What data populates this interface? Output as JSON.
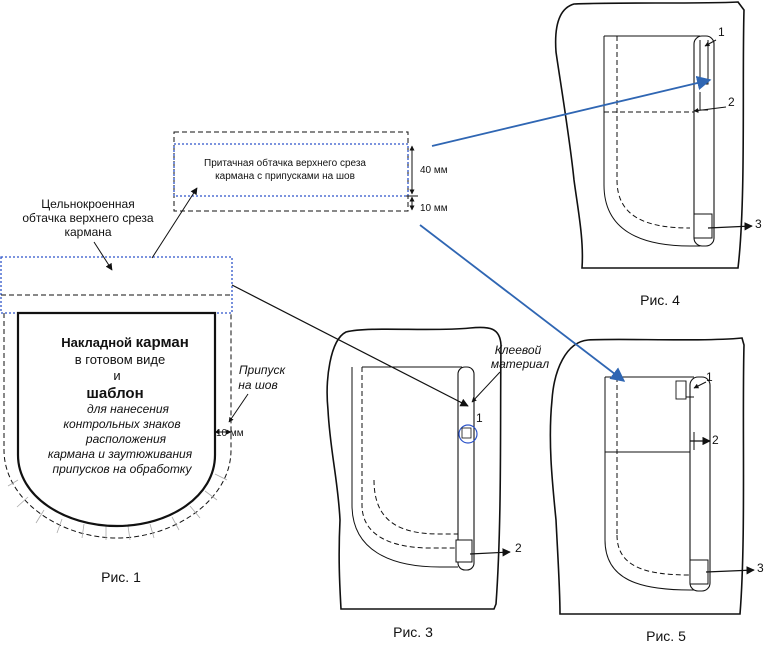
{
  "colors": {
    "line": "#111111",
    "blue_arrow": "#2f66b3",
    "blue_dotted": "#2e55c9",
    "light_gray": "#aaaaaa"
  },
  "fig1": {
    "caption": "Рис. 1",
    "facing_label": [
      "Цельнокроенная",
      "обтачка верхнего среза",
      "кармана"
    ],
    "pocket_line1_a": "Накладной ",
    "pocket_line1_b": "карман",
    "pocket_line2": "в готовом виде",
    "pocket_line3": "и",
    "pocket_line4": "шаблон",
    "pocket_note": [
      "для нанесения",
      "контрольных знаков",
      "расположения",
      "кармана и заутюживания",
      "припусков на обработку"
    ],
    "allowance_label": [
      "Припуск",
      "на шов"
    ],
    "allowance_value": "10 мм"
  },
  "fig2": {
    "facing_text": [
      "Притачная обтачка верхнего среза",
      "кармана с припусками на шов"
    ],
    "dim_top": "40 мм",
    "dim_bottom": "10 мм"
  },
  "fig3": {
    "caption": "Рис. 3",
    "interfacing_label": [
      "Клеевой",
      "материал"
    ],
    "callout_1": "1",
    "callout_2": "2"
  },
  "fig4": {
    "caption": "Рис. 4",
    "callout_1": "1",
    "callout_2": "2",
    "callout_3": "3"
  },
  "fig5": {
    "caption": "Рис. 5",
    "callout_1": "1",
    "callout_2": "2",
    "callout_3": "3"
  }
}
